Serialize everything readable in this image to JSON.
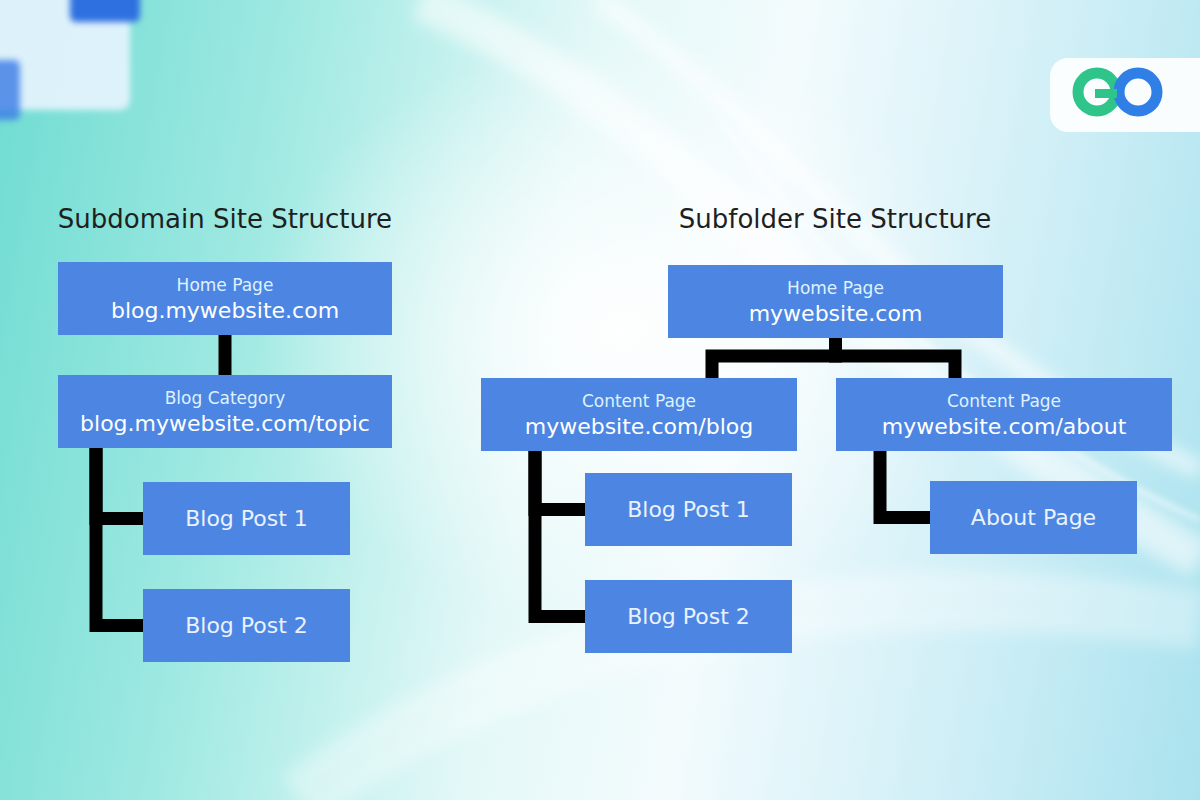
{
  "diagram": {
    "nodes": [
      {
        "text": [
          "Home Page",
          "blog.mywebsite.com"
        ]
      },
      {
        "text": [
          "Blog Category",
          "blog.mywebsite.com/topic"
        ]
      },
      {
        "text": [
          "Blog Post 1"
        ]
      },
      {
        "text": [
          "Blog Post 2"
        ]
      },
      {
        "text": [
          "Home Page",
          "mywebsite.com"
        ]
      },
      {
        "text": [
          "Content Page",
          "mywebsite.com/blog"
        ]
      },
      {
        "text": [
          "Content Page",
          "mywebsite.com/about"
        ]
      },
      {
        "text": [
          "Blog Post 1"
        ]
      },
      {
        "text": [
          "Blog Post 2"
        ]
      },
      {
        "text": [
          "About Page"
        ]
      }
    ],
    "edges": [
      {
        "from": 0,
        "to": 1,
        "arrow": "none"
      },
      {
        "from": 1,
        "to": 2,
        "arrow": "none"
      },
      {
        "from": 1,
        "to": 3,
        "arrow": "none"
      },
      {
        "from": 4,
        "to": 5,
        "arrow": "none"
      },
      {
        "from": 4,
        "to": 6,
        "arrow": "none"
      },
      {
        "from": 5,
        "to": 7,
        "arrow": "none"
      },
      {
        "from": 5,
        "to": 8,
        "arrow": "none"
      },
      {
        "from": 6,
        "to": 9,
        "arrow": "none"
      }
    ],
    "labels": [
      "Subdomain Site Structure",
      "Subfolder Site Structure"
    ]
  }
}
